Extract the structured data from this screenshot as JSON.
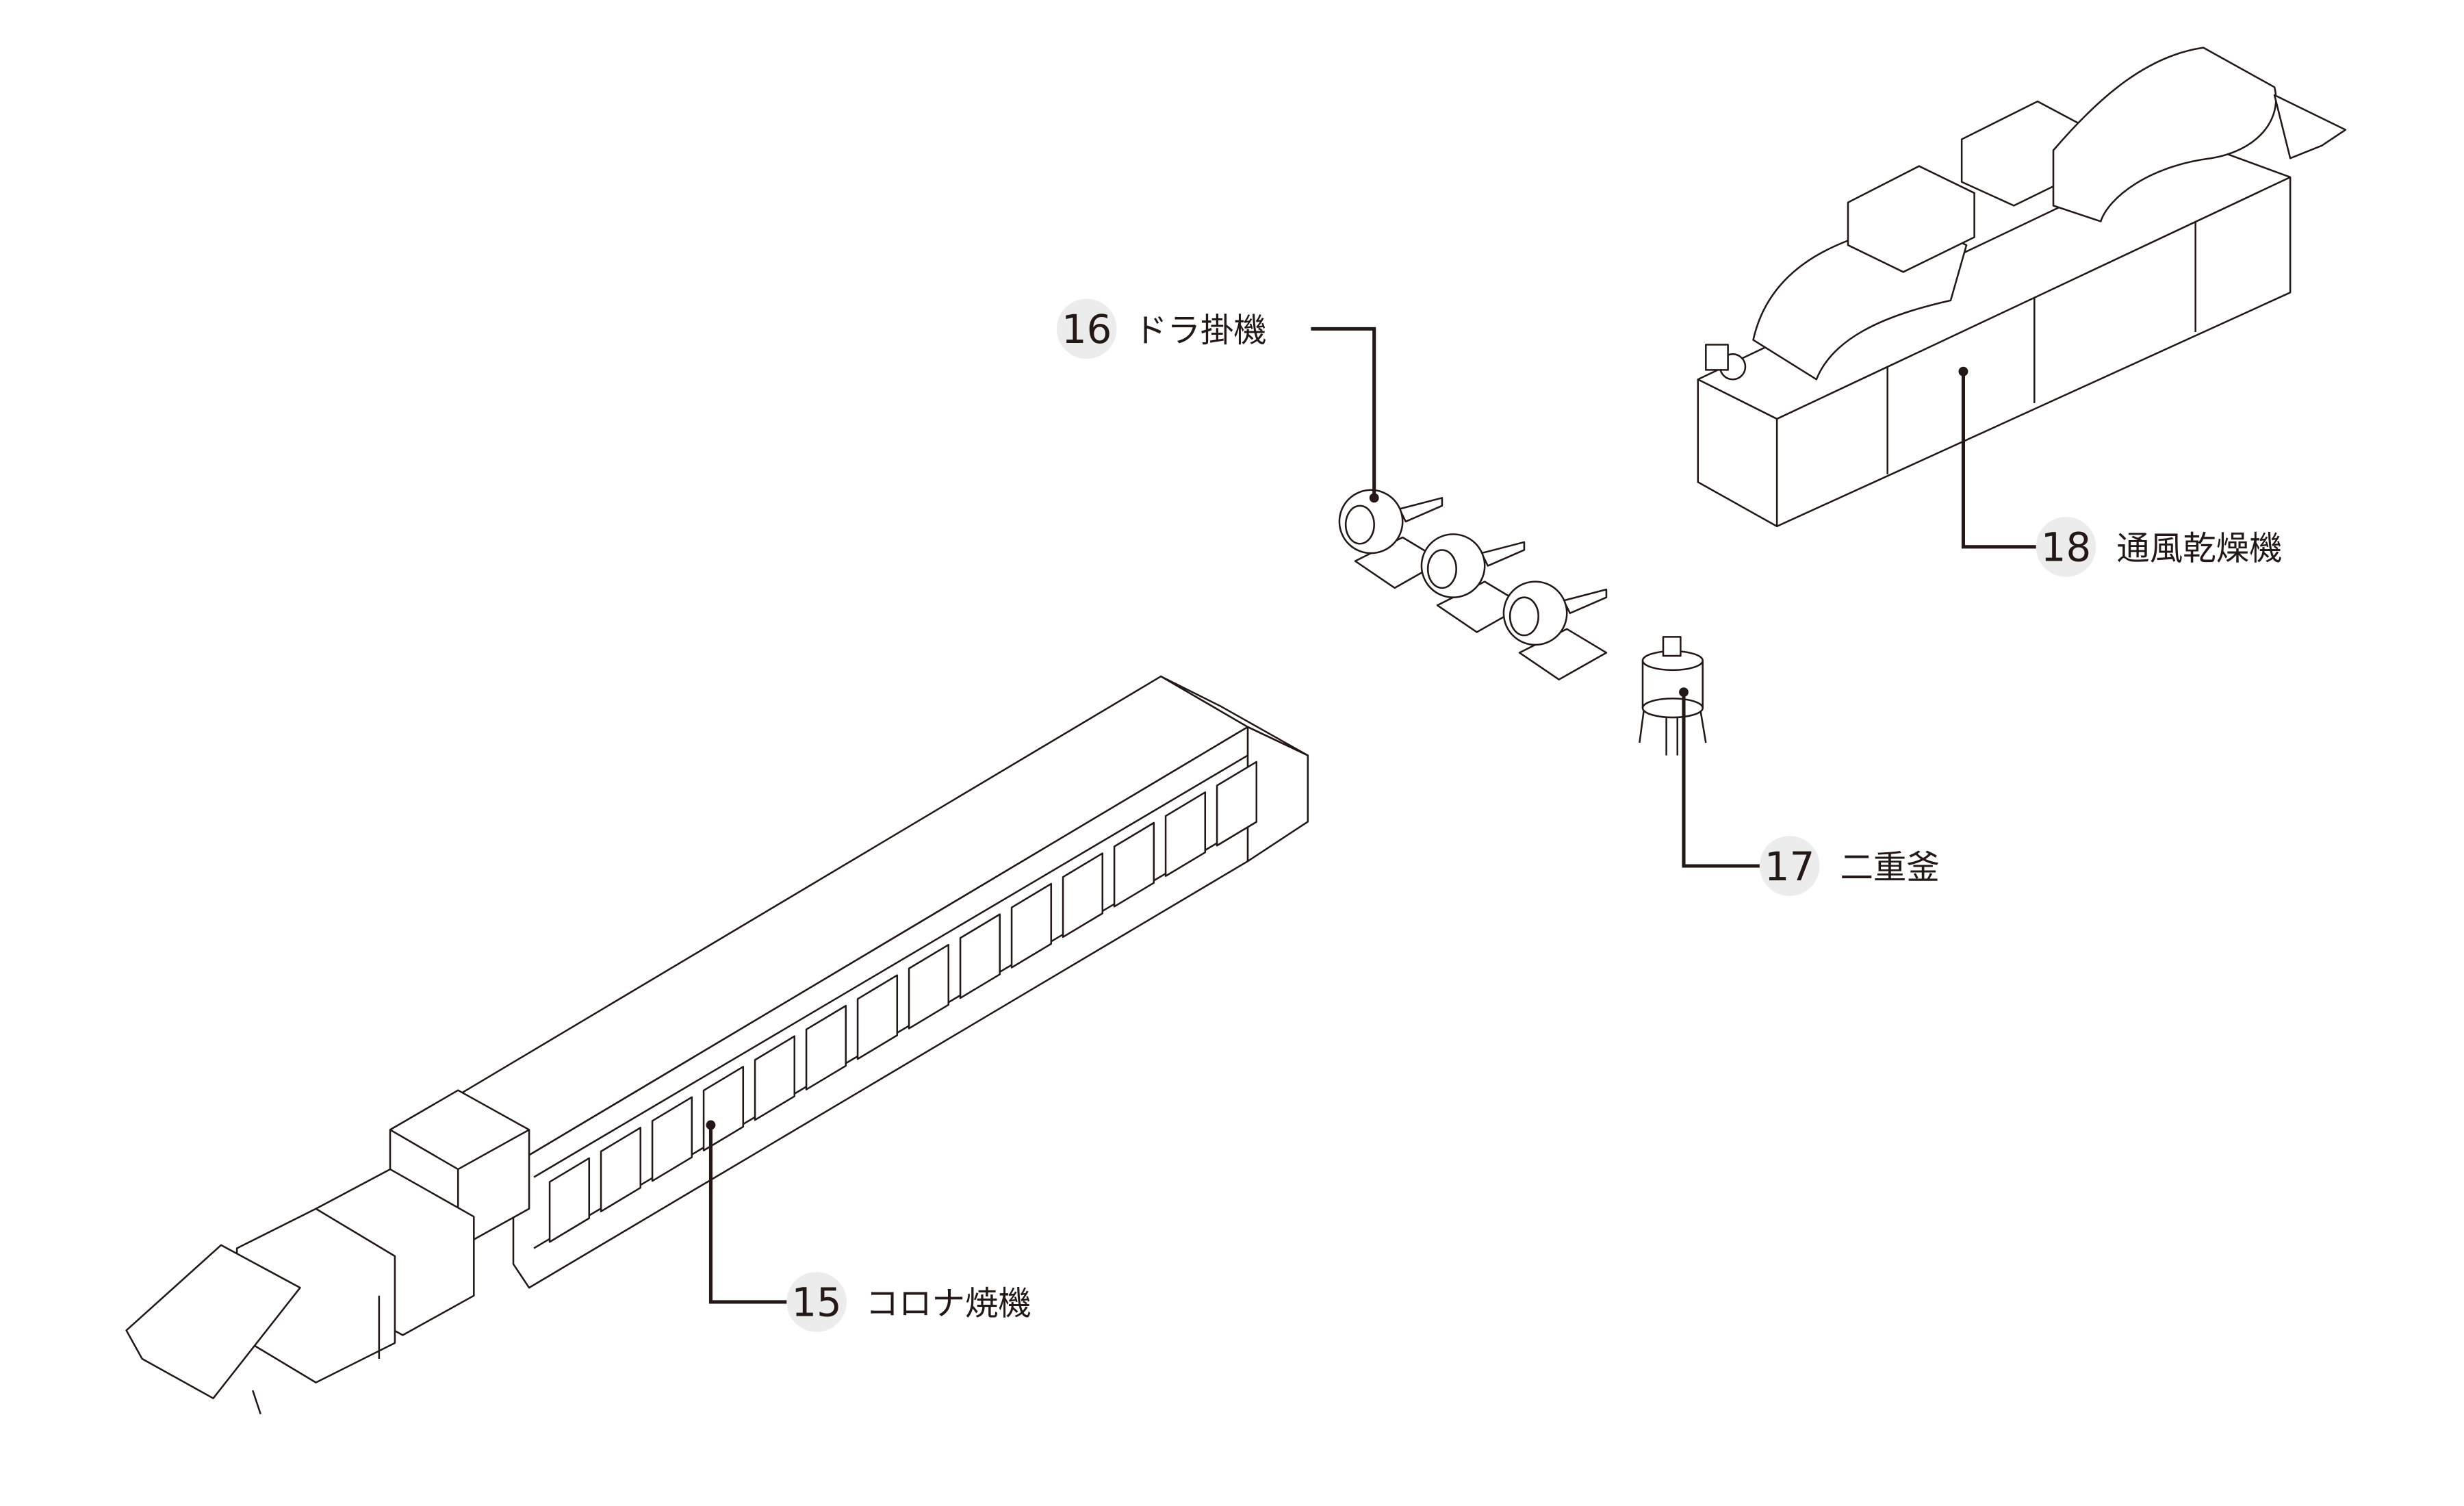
{
  "labels": [
    {
      "number": "15",
      "name": "コロナ焼機"
    },
    {
      "number": "16",
      "name": "ドラ掛機"
    },
    {
      "number": "17",
      "name": "二重釜"
    },
    {
      "number": "18",
      "name": "通風乾燥機"
    }
  ],
  "colors": {
    "line": "#231815",
    "badge": "#ececec",
    "background": "#ffffff"
  }
}
